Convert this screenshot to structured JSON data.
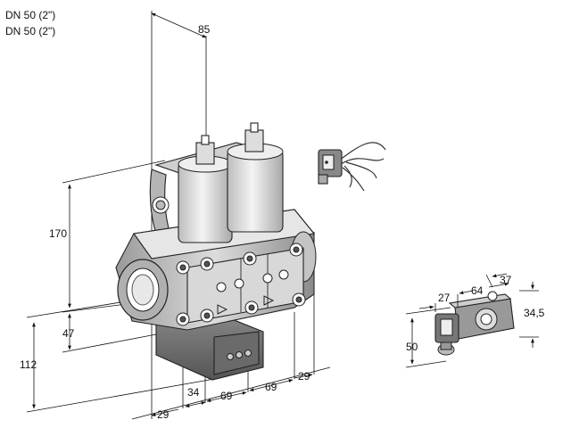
{
  "header": {
    "line1": "DN 50 (2\")",
    "line2": "DN 50 (2\")"
  },
  "dimensions": {
    "top_width": "85",
    "height_upper": "170",
    "height_lower": "47",
    "height_total": "112",
    "base_left": "29",
    "base_34": "34",
    "base_69a": "69",
    "base_69b": "69",
    "base_right": "29",
    "side_27": "27",
    "side_64": "64",
    "side_37": "37",
    "side_345": "34,5",
    "side_50": "50"
  }
}
